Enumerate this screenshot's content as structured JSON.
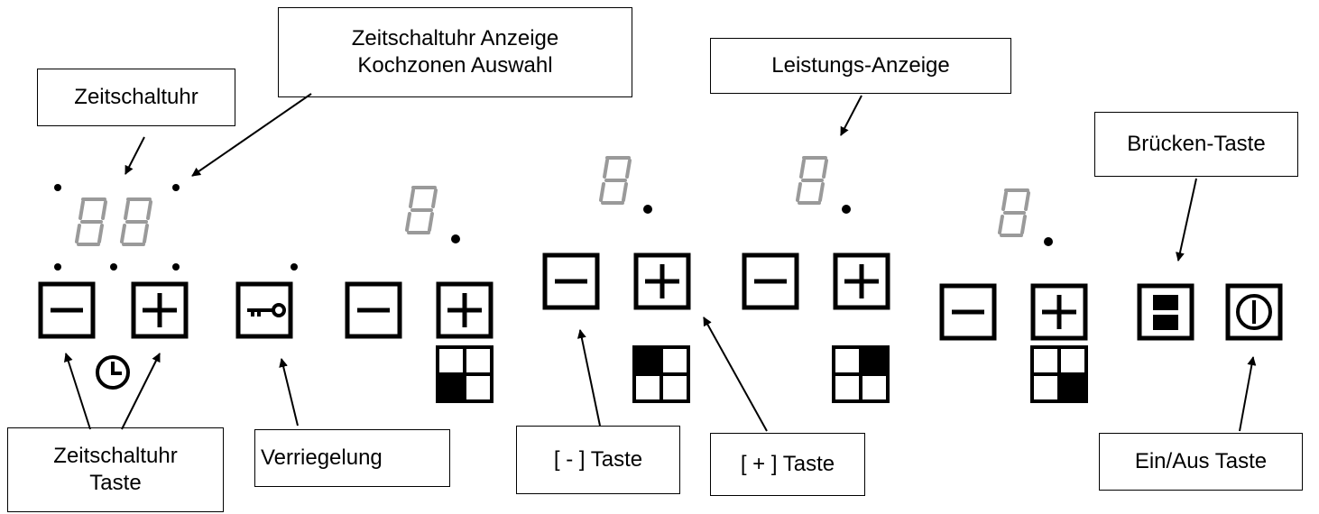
{
  "labels": {
    "zeitschaltuhr": "Zeitschaltuhr",
    "anzeige_line1": "Zeitschaltuhr Anzeige",
    "anzeige_line2": "Kochzonen Auswahl",
    "leistungs_anzeige": "Leistungs-Anzeige",
    "bruecken_taste": "Brücken-Taste",
    "taste_line1": "Zeitschaltuhr",
    "taste_line2": "Taste",
    "verriegelung": "Verriegelung",
    "minus_taste": "[ - ] Taste",
    "plus_taste": "[ + ] Taste",
    "ein_aus_taste": "Ein/Aus Taste"
  },
  "icons": {
    "minus": "minus-icon",
    "plus": "plus-icon",
    "key": "key-icon",
    "clock": "clock-icon",
    "zone_selector": "zone-selector-icon",
    "bridge": "bridge-icon",
    "power": "power-icon",
    "segment_digit": "seven-segment-digit-icon"
  },
  "colors": {
    "line": "#000000",
    "segment": "#9a9a9a",
    "background": "#ffffff"
  }
}
